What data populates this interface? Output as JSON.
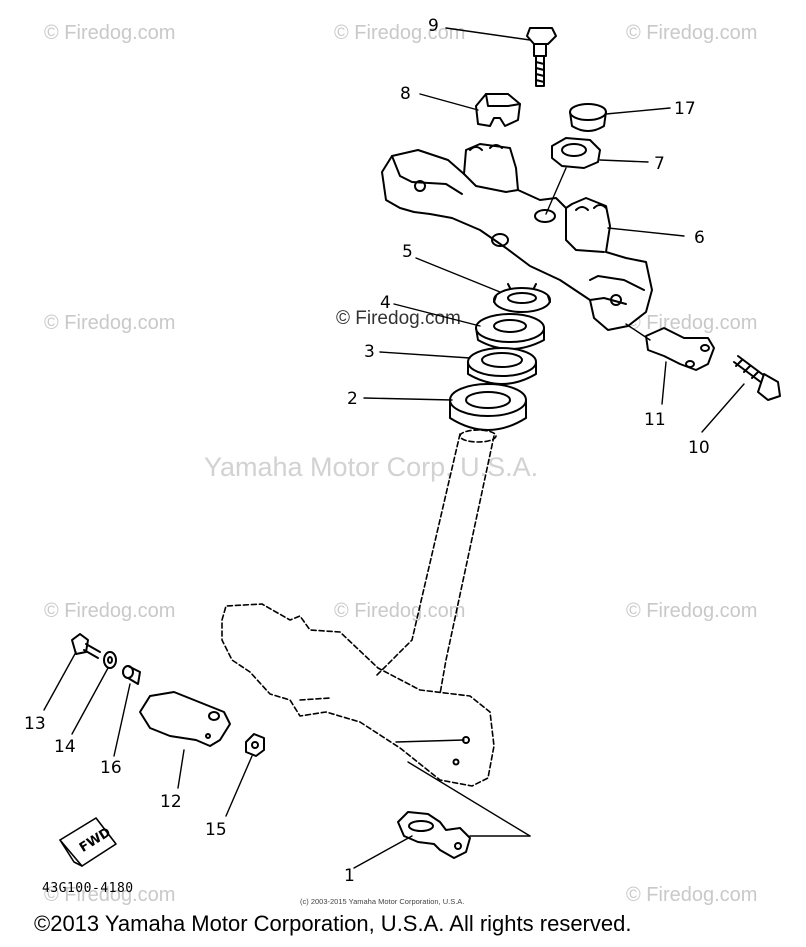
{
  "watermarks": {
    "firedog": "© Firedog.com",
    "yamaha": "Yamaha Motor Corp, U.S.A."
  },
  "callouts": [
    "1",
    "2",
    "3",
    "4",
    "5",
    "6",
    "7",
    "8",
    "9",
    "10",
    "11",
    "12",
    "13",
    "14",
    "15",
    "16",
    "17"
  ],
  "fwd_label": "FWD",
  "part_number": "43G100-4180",
  "small_copyright": "(c) 2003-2015 Yamaha Motor Corporation, U.S.A.",
  "copyright": "©2013 Yamaha Motor Corporation, U.S.A. All rights reserved."
}
